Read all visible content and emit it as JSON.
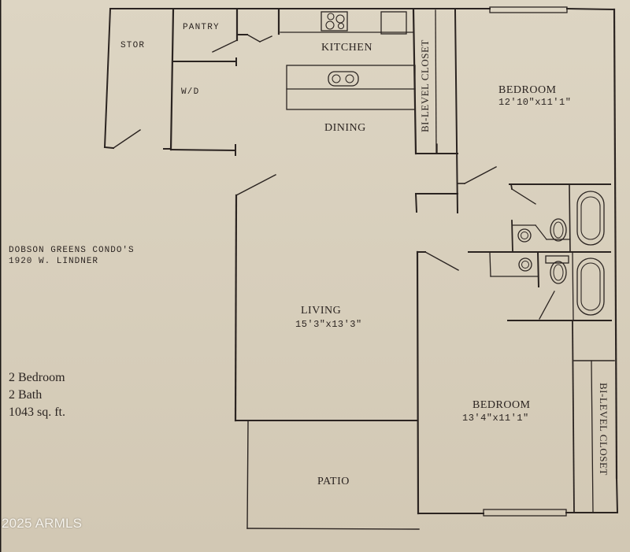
{
  "floorplan": {
    "rooms": {
      "stor": "STOR",
      "pantry": "PANTRY",
      "wd": "W/D",
      "kitchen": "KITCHEN",
      "dining": "DINING",
      "closet_upper": "BI-LEVEL CLOSET",
      "bedroom1": {
        "name": "BEDROOM",
        "dims": "12'10\"x11'1\""
      },
      "living": {
        "name": "LIVING",
        "dims": "15'3\"x13'3\""
      },
      "bedroom2": {
        "name": "BEDROOM",
        "dims": "13'4\"x11'1\""
      },
      "closet_lower": "BI-LEVEL CLOSET",
      "patio": "PATIO"
    },
    "property": {
      "line1": "DOBSON GREENS CONDO'S",
      "line2": "1920 W. LINDNER"
    },
    "summary": {
      "bedrooms": "2 Bedroom",
      "baths": "2 Bath",
      "area": "1043 sq. ft."
    },
    "fixtures": [
      "cooktop-icon",
      "double-sink-icon",
      "bathtub-icon",
      "toilet-icon",
      "lavatory-sink-icon"
    ],
    "colors": {
      "paper": "#d8cfbc",
      "ink": "#2b2421"
    }
  },
  "watermark": "2025 ARMLS"
}
